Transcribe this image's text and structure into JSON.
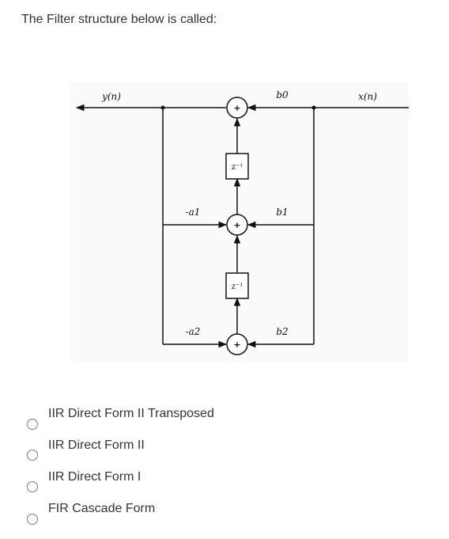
{
  "question": {
    "text": "The Filter structure below is called:"
  },
  "diagram": {
    "output_label": "y(n)",
    "input_label": "x(n)",
    "feedforward_coefficients": [
      "b0",
      "b1",
      "b2"
    ],
    "feedback_coefficients": [
      "-a1",
      "-a2"
    ],
    "adder_symbol": "+",
    "delay_label": "z⁻¹"
  },
  "options": [
    {
      "label": "IIR Direct Form II Transposed",
      "selected": false
    },
    {
      "label": "IIR Direct Form II",
      "selected": false
    },
    {
      "label": "IIR Direct Form I",
      "selected": false
    },
    {
      "label": "FIR Cascade Form",
      "selected": false
    }
  ]
}
